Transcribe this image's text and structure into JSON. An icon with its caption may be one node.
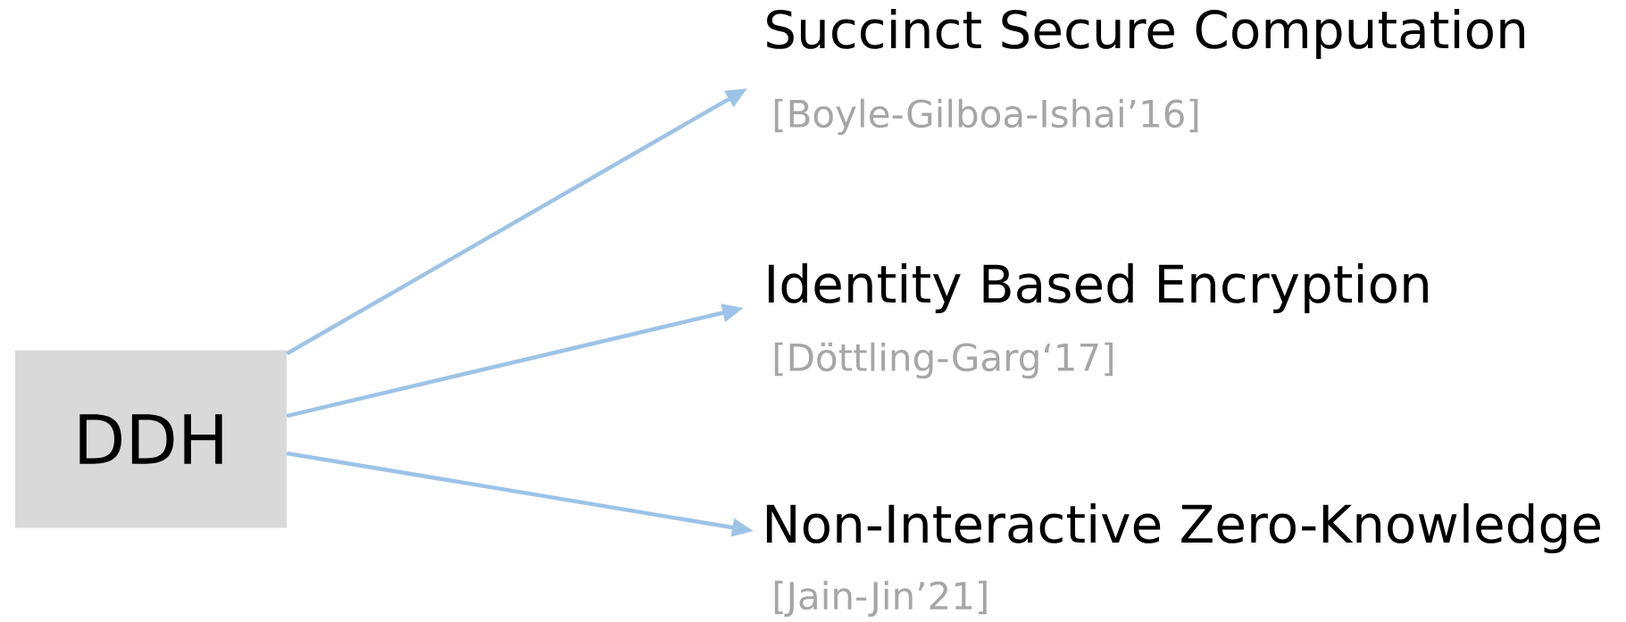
{
  "diagram": {
    "nodes": [
      {
        "text": [
          "DDH"
        ]
      },
      {
        "text": [
          "Succinct Secure Computation"
        ],
        "beside": [
          "[Boyle-Gilboa-Ishai’16]"
        ]
      },
      {
        "text": [
          "Identity Based Encryption"
        ],
        "beside": [
          "[Döttling-Garg‘17]"
        ]
      },
      {
        "text": [
          "Non-Interactive Zero-Knowledge"
        ],
        "beside": [
          "[Jain-Jin’21]"
        ]
      }
    ],
    "edges": [
      {
        "from": 0,
        "to": 1,
        "arrow": "to"
      },
      {
        "from": 0,
        "to": 2,
        "arrow": "to"
      },
      {
        "from": 0,
        "to": 3,
        "arrow": "to"
      }
    ]
  }
}
